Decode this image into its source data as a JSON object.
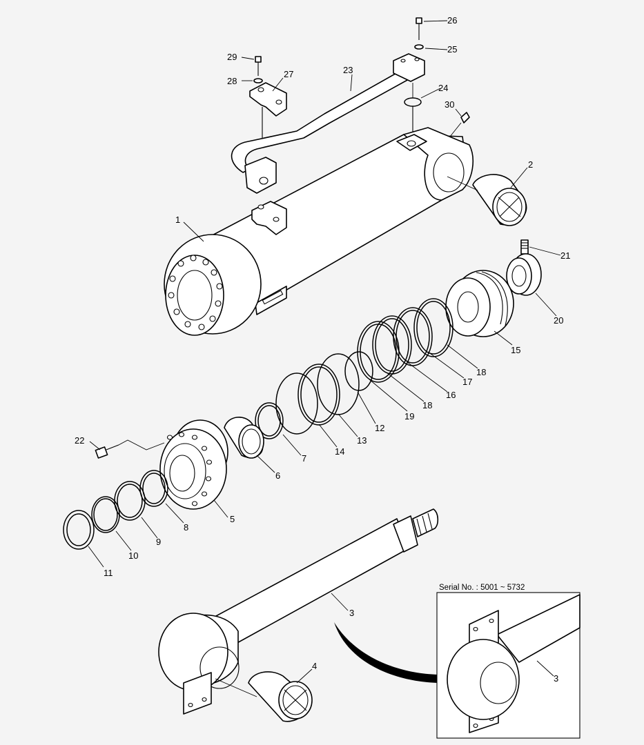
{
  "inset": {
    "serial_label": "Serial No. : 5001 ~ 5732"
  },
  "callouts": [
    {
      "id": "c1",
      "text": "1"
    },
    {
      "id": "c2",
      "text": "2"
    },
    {
      "id": "c3",
      "text": "3"
    },
    {
      "id": "c3b",
      "text": "3"
    },
    {
      "id": "c4",
      "text": "4"
    },
    {
      "id": "c5",
      "text": "5"
    },
    {
      "id": "c6",
      "text": "6"
    },
    {
      "id": "c7",
      "text": "7"
    },
    {
      "id": "c8",
      "text": "8"
    },
    {
      "id": "c9",
      "text": "9"
    },
    {
      "id": "c10",
      "text": "10"
    },
    {
      "id": "c11",
      "text": "11"
    },
    {
      "id": "c12",
      "text": "12"
    },
    {
      "id": "c13",
      "text": "13"
    },
    {
      "id": "c14",
      "text": "14"
    },
    {
      "id": "c15",
      "text": "15"
    },
    {
      "id": "c16",
      "text": "16"
    },
    {
      "id": "c17",
      "text": "17"
    },
    {
      "id": "c18a",
      "text": "18"
    },
    {
      "id": "c18b",
      "text": "18"
    },
    {
      "id": "c19",
      "text": "19"
    },
    {
      "id": "c20",
      "text": "20"
    },
    {
      "id": "c21",
      "text": "21"
    },
    {
      "id": "c22",
      "text": "22"
    },
    {
      "id": "c23",
      "text": "23"
    },
    {
      "id": "c24",
      "text": "24"
    },
    {
      "id": "c25",
      "text": "25"
    },
    {
      "id": "c26",
      "text": "26"
    },
    {
      "id": "c27",
      "text": "27"
    },
    {
      "id": "c28",
      "text": "28"
    },
    {
      "id": "c29",
      "text": "29"
    },
    {
      "id": "c30",
      "text": "30"
    }
  ]
}
